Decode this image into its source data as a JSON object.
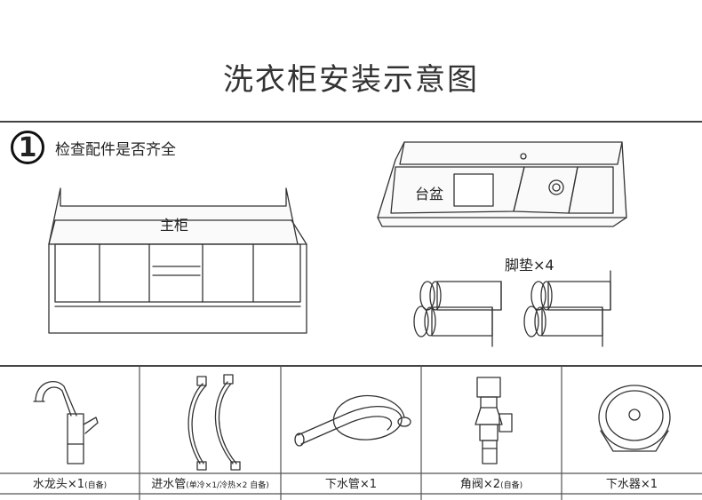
{
  "title": "洗衣柜安装示意图",
  "step": {
    "number": "1",
    "text": "检查配件是否齐全"
  },
  "parts": {
    "cabinet": "主柜",
    "basin": "台盆",
    "feet": "脚垫×4"
  },
  "accessories": [
    {
      "name": "水龙头×1",
      "note": "(自备)"
    },
    {
      "name": "进水管",
      "note": "(单冷×1/冷热×2 自备)"
    },
    {
      "name": "下水管×1",
      "note": ""
    },
    {
      "name": "角阀×2",
      "note": "(自备)"
    },
    {
      "name": "下水器×1",
      "note": ""
    }
  ]
}
